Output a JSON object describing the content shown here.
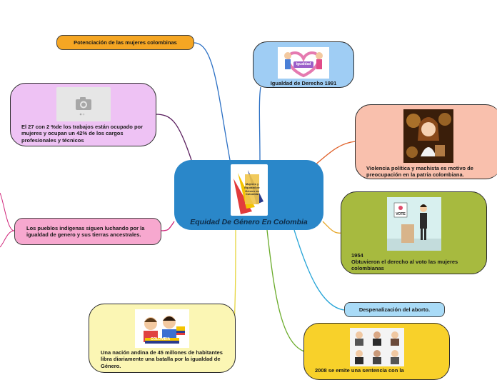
{
  "center": {
    "title": "Equidad De Género En Colombia",
    "logo_text": "Mujeres y Equidad de Género en Colombia",
    "color": "#2a87c9"
  },
  "nodes": {
    "potenciacion": {
      "text": "Potenciación de las mujeres colombinas",
      "color": "#f5a623"
    },
    "trabajos": {
      "text": "El 27 con 2 %de los trabajos están ocupado por mujeres y ocupan un 42% de los cargos profesionales y técnicos",
      "color": "#eec2f4"
    },
    "indigenas": {
      "text": "Los pueblos indígenas siguen luchando por la igualdad de genero y sus tierras ancestrales.",
      "color": "#f7a8cf"
    },
    "nacion": {
      "text": "Una nación andina de 45 millones de habitantes libra diariamente una batalla por la igualdad de Género.",
      "color": "#fbf6b4",
      "image_text": "COLOMBIA"
    },
    "igualdad": {
      "text": "Igualdad de Derecho 1991",
      "color": "#9fcdf4",
      "image_text": "igualdad"
    },
    "violencia": {
      "text": "Violencia política y machista es motivo de preocupación en la patria colombiana.",
      "color": "#f9c0ad"
    },
    "voto": {
      "year": "1954",
      "text": "Obtuvieron el derecho al voto las mujeres colombianas",
      "color": "#a7ba3f",
      "image_text": "VOTE"
    },
    "aborto": {
      "text": "Despenalización del aborto.",
      "color": "#a9dbf7"
    },
    "sentencia": {
      "text": "2008 se emite una sentencia con la",
      "color": "#f8d12a"
    }
  },
  "icons": {
    "camera": "camera-icon"
  }
}
